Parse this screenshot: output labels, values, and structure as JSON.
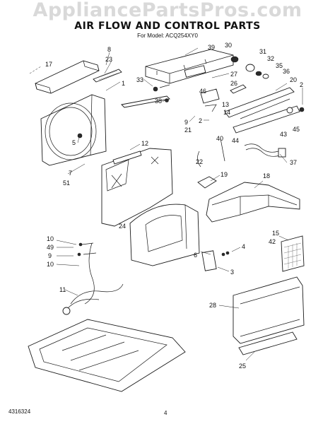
{
  "watermark": "AppliancePartsPros.com",
  "title": "AIR FLOW AND CONTROL PARTS",
  "subtitle": "For Model: ACQ254XY0",
  "footer_code": "4316324",
  "page_number": "4",
  "callouts": [
    "17",
    "8",
    "23",
    "39",
    "30",
    "31",
    "32",
    "35",
    "36",
    "27",
    "20",
    "1",
    "33",
    "38",
    "26",
    "46",
    "2",
    "13",
    "14",
    "5",
    "9",
    "21",
    "2",
    "45",
    "12",
    "40",
    "43",
    "44",
    "22",
    "37",
    "7",
    "51",
    "19",
    "18",
    "24",
    "15",
    "42",
    "10",
    "49",
    "9",
    "10",
    "4",
    "6",
    "3",
    "11",
    "28",
    "25"
  ]
}
